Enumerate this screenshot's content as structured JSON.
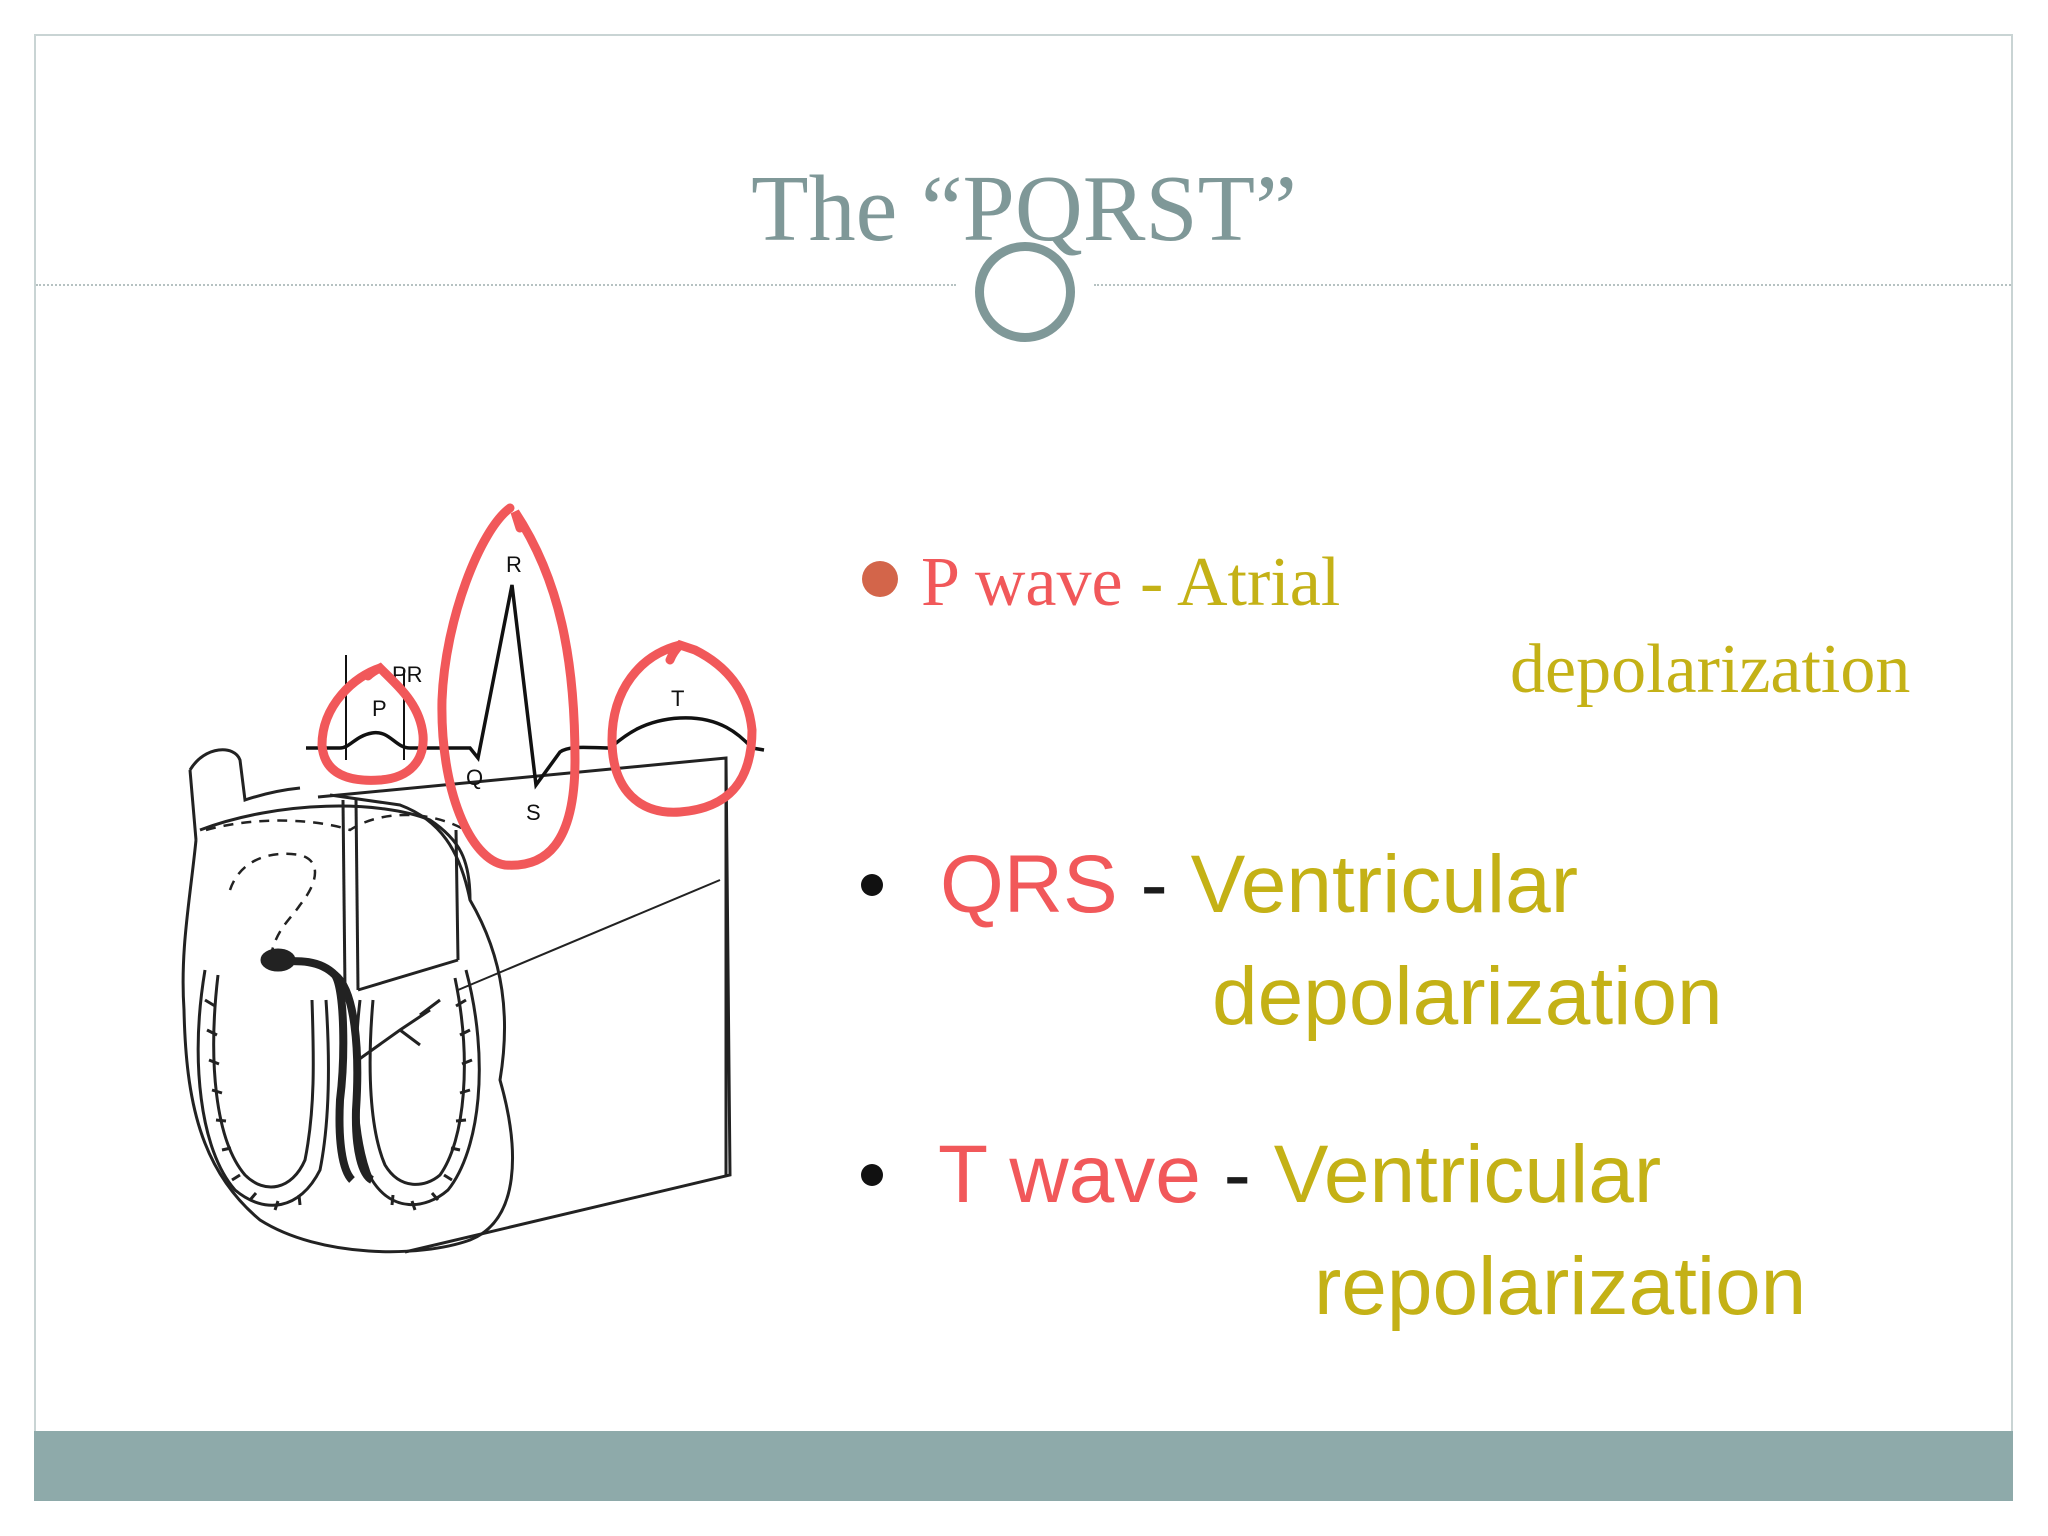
{
  "slide": {
    "title": "The “PQRST”",
    "colors": {
      "title": "#7f9898",
      "wave_label": "#f1585a",
      "description": "#c4b116",
      "accent_bar": "#8eaaaa",
      "bullet_dot": "#d3654a"
    },
    "bullets": [
      {
        "term": "P wave",
        "separator": "-",
        "desc_line1": "Atrial",
        "desc_line2": "depolarization"
      },
      {
        "term": "QRS",
        "separator": "-",
        "desc_line1": "Ventricular",
        "desc_line2": "depolarization"
      },
      {
        "term": "T wave",
        "separator": "-",
        "desc_line1": "Ventricular",
        "desc_line2": "repolarization"
      }
    ]
  },
  "figure": {
    "ecg_labels": {
      "p": "P",
      "pr": "PR",
      "q": "Q",
      "r": "R",
      "s": "S",
      "t": "T"
    },
    "icons": [
      "heart-conduction-diagram",
      "ecg-trace",
      "highlight-circle"
    ]
  }
}
